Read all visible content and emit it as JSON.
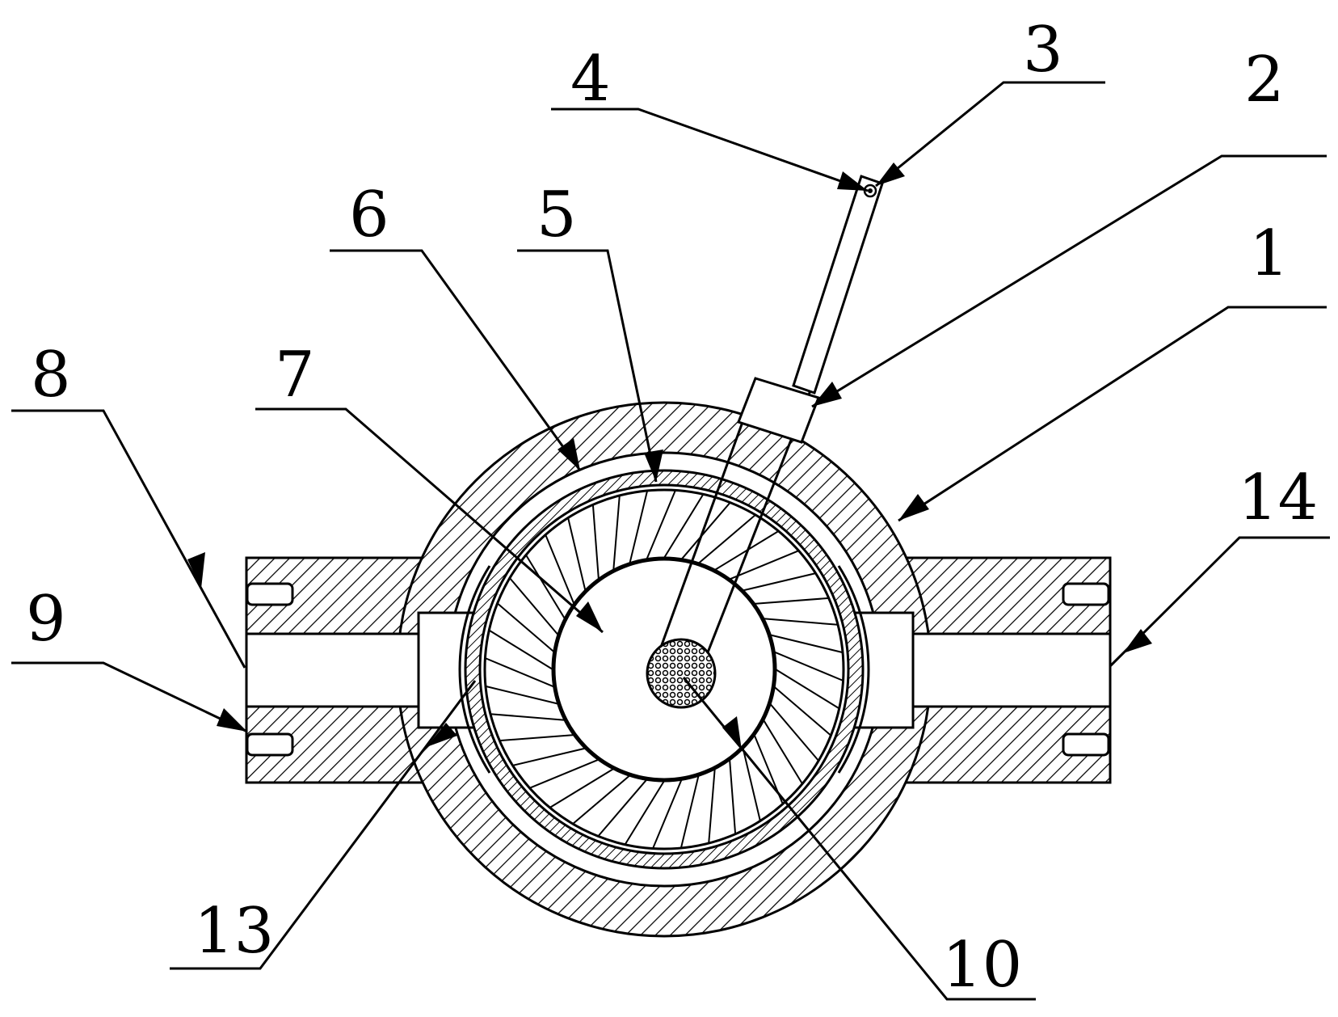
{
  "labels": [
    {
      "id": "1",
      "text": "1"
    },
    {
      "id": "2",
      "text": "2"
    },
    {
      "id": "3",
      "text": "3"
    },
    {
      "id": "4",
      "text": "4"
    },
    {
      "id": "5",
      "text": "5"
    },
    {
      "id": "6",
      "text": "6"
    },
    {
      "id": "7",
      "text": "7"
    },
    {
      "id": "8",
      "text": "8"
    },
    {
      "id": "9",
      "text": "9"
    },
    {
      "id": "10",
      "text": "10"
    },
    {
      "id": "13",
      "text": "13"
    },
    {
      "id": "14",
      "text": "14"
    }
  ],
  "colors": {
    "ink": "#000000",
    "paper": "#ffffff"
  }
}
